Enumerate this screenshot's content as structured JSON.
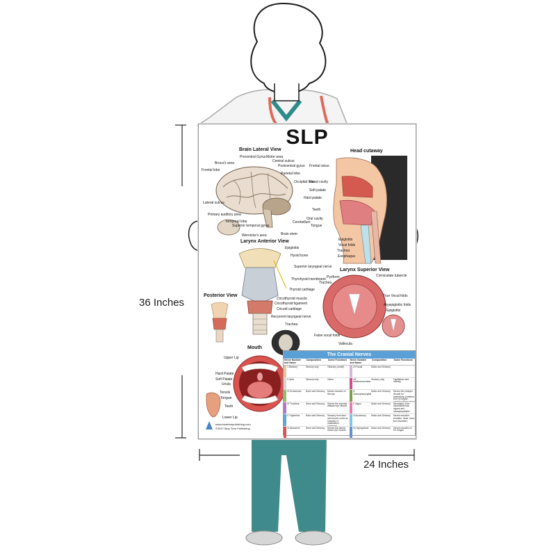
{
  "dimensions": {
    "height_label": "36 Inches",
    "width_label": "24 Inches"
  },
  "poster": {
    "title": "SLP",
    "brain": {
      "heading": "Brain Lateral View",
      "labels": [
        "Precentral Gyrus",
        "Motor area",
        "Central sulcus",
        "Broca's area",
        "Postcentral gyrus",
        "Frontal lobe",
        "Parietal lobe",
        "Occipital lobe",
        "Lateral sulcus",
        "Primary auditory area",
        "Temporal lobe",
        "Superior temporal gyrus",
        "Cerebellum",
        "Brain stem",
        "Wernicke's area"
      ]
    },
    "head": {
      "heading": "Head cutaway",
      "labels": [
        "Frontal sinus",
        "Nasal cavity",
        "Soft palate",
        "Hard palate",
        "Teeth",
        "Oral cavity",
        "Tongue",
        "Epiglottis",
        "Vocal folds",
        "Trachea",
        "Esophagus"
      ]
    },
    "larynx_anterior": {
      "heading": "Larynx Anterior View",
      "labels": [
        "Epiglottis",
        "Hyoid bone",
        "Superior laryngeal nerve",
        "Thyrohyoid membrane",
        "Thyroid cartilage",
        "Cricothyroid muscle",
        "Cricothyroid ligament",
        "Cricoid cartilage",
        "Recurrent laryngeal nerve",
        "Trachea"
      ]
    },
    "posterior": {
      "heading": "Posterior View"
    },
    "larynx_superior": {
      "heading": "Larynx Superior View",
      "labels": [
        "Pyriform",
        "Trachea",
        "Corniculate tubercle",
        "True Vocal folds",
        "Aryepiglottic folds",
        "Epiglottis",
        "False vocal folds",
        "Vallecula"
      ]
    },
    "mouth": {
      "heading": "Mouth",
      "labels": [
        "Upper Lip",
        "Hard Palate",
        "Soft Palate",
        "Uvula",
        "Tonsils",
        "Tongue",
        "Teeth",
        "Lower Lip"
      ]
    },
    "footer": {
      "website": "www.bluetreepublishing.com",
      "copyright": "©2017 Blue Tree Publishing"
    },
    "cranial_nerves": {
      "title": "The Cranial Nerves",
      "headers": [
        "Nerve Number and Name",
        "Composition",
        "Some Functions",
        "Nerve Number and Name",
        "Composition",
        "Some Functions"
      ],
      "rows": [
        {
          "l": [
            "I Olfactory",
            "Sensory only",
            "Olfactory (smell)"
          ],
          "r": [
            "VII Facial",
            "Motor and Sensory",
            ""
          ],
          "lc": "#e6c7a3",
          "rc": "#d8b8d9"
        },
        {
          "l": [
            "II Optic",
            "Sensory only",
            "Vision"
          ],
          "r": [
            "VIII Vestibulocochlear",
            "Sensory only",
            "Equilibrium and hearing"
          ],
          "lc": "#d6d6d6",
          "rc": "#cc4d8a"
        },
        {
          "l": [
            "III Oculomotor",
            "Motor and Sensory",
            "Moves muscles of the eye"
          ],
          "r": [
            "IX Glossopharyngeal",
            "Motor and Sensory",
            "Serves the pharynx (throat) for swallowing, posterior third of tongue, parotid salivary gland"
          ],
          "lc": "#8fc26a",
          "rc": "#7aa04c"
        },
        {
          "l": [
            "IV Trochlear",
            "Motor and Sensory",
            "Serves the superior oblique eye muscle"
          ],
          "r": [
            "X Vagus",
            "Motor and Sensory",
            "Sensations from visceral/internal organs and parasympathetic motor regulation of visceral organs"
          ],
          "lc": "#b17bc4",
          "rc": "#e07fb0"
        },
        {
          "l": [
            "V Trigeminal",
            "Motor and Sensory",
            "Sensory from face and mouth; motor to muscles of mastication (chewing)"
          ],
          "r": [
            "XI Accessory",
            "Motor and Sensory",
            "Serves muscles: shoulder, head, neck, and shoulders"
          ],
          "lc": "#5fa6d3",
          "rc": "#86c2e3"
        },
        {
          "l": [
            "VI Abducens",
            "Motor and Sensory",
            "Serves the lateral rectus eye muscle"
          ],
          "r": [
            "XII Hypoglossal",
            "Motor and Sensory",
            "Serves muscles of the tongue"
          ],
          "lc": "#d9534f",
          "rc": "#6a8fd0"
        }
      ]
    }
  }
}
